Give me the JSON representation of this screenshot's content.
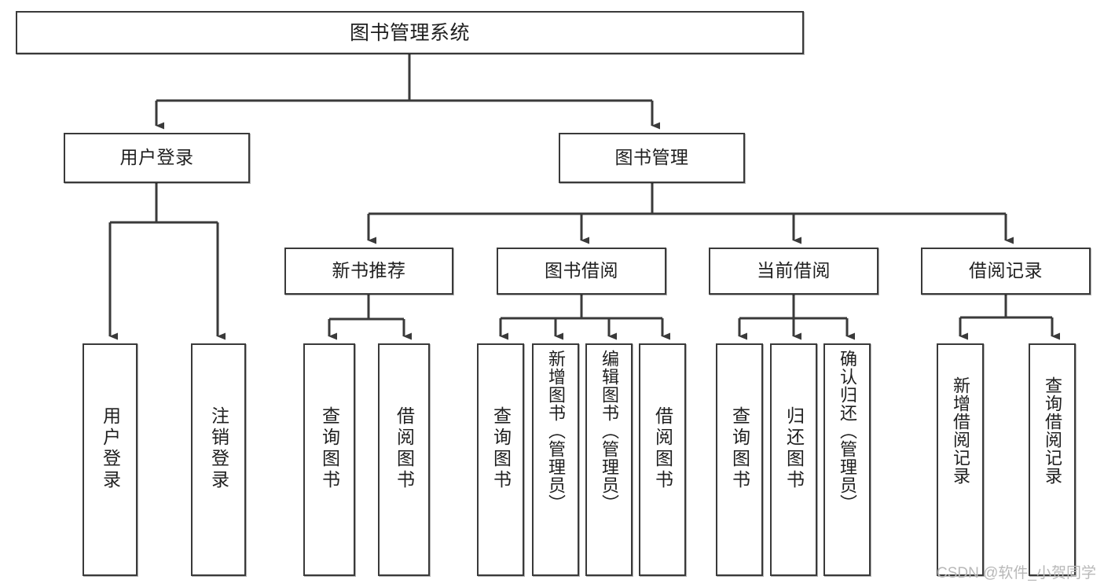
{
  "diagram": {
    "type": "tree",
    "title": "图书管理系统",
    "watermark": "CSDN @软件_小贺同学",
    "colors": {
      "box_border": "#3a3a3a",
      "box_fill": "#ffffff",
      "edge": "#3a3a3a",
      "text": "#1f1f1f",
      "watermark": "#b8b8b8"
    },
    "nodes": {
      "root": {
        "label": "图书管理系统",
        "level": 1
      },
      "user_login": {
        "label": "用户登录",
        "level": 2
      },
      "book_manage": {
        "label": "图书管理",
        "level": 2
      },
      "new_book_rec": {
        "label": "新书推荐",
        "level": 3
      },
      "book_borrow": {
        "label": "图书借阅",
        "level": 3
      },
      "current_borrow": {
        "label": "当前借阅",
        "level": 3
      },
      "borrow_record": {
        "label": "借阅记录",
        "level": 3
      },
      "leaf_user_login": {
        "label": "用户登录",
        "level": 4
      },
      "leaf_logout": {
        "label": "注销登录",
        "level": 4
      },
      "leaf_query_book_1": {
        "label": "查询图书",
        "level": 4
      },
      "leaf_borrow_book_1": {
        "label": "借阅图书",
        "level": 4
      },
      "leaf_query_book_2": {
        "label": "查询图书",
        "level": 4
      },
      "leaf_add_book": {
        "label": "新增图书（管理员）",
        "level": 4
      },
      "leaf_edit_book": {
        "label": "编辑图书（管理员）",
        "level": 4
      },
      "leaf_borrow_book_2": {
        "label": "借阅图书",
        "level": 4
      },
      "leaf_query_book_3": {
        "label": "查询图书",
        "level": 4
      },
      "leaf_return_book": {
        "label": "归还图书",
        "level": 4
      },
      "leaf_confirm_return": {
        "label": "确认归还（管理员）",
        "level": 4
      },
      "leaf_add_record": {
        "label": "新增借阅记录",
        "level": 4
      },
      "leaf_query_record": {
        "label": "查询借阅记录",
        "level": 4
      }
    },
    "edges": [
      {
        "from": "root",
        "to": "user_login"
      },
      {
        "from": "root",
        "to": "book_manage"
      },
      {
        "from": "user_login",
        "to": "leaf_user_login"
      },
      {
        "from": "user_login",
        "to": "leaf_logout"
      },
      {
        "from": "book_manage",
        "to": "new_book_rec"
      },
      {
        "from": "book_manage",
        "to": "book_borrow"
      },
      {
        "from": "book_manage",
        "to": "current_borrow"
      },
      {
        "from": "book_manage",
        "to": "borrow_record"
      },
      {
        "from": "new_book_rec",
        "to": "leaf_query_book_1"
      },
      {
        "from": "new_book_rec",
        "to": "leaf_borrow_book_1"
      },
      {
        "from": "book_borrow",
        "to": "leaf_query_book_2"
      },
      {
        "from": "book_borrow",
        "to": "leaf_add_book"
      },
      {
        "from": "book_borrow",
        "to": "leaf_edit_book"
      },
      {
        "from": "book_borrow",
        "to": "leaf_borrow_book_2"
      },
      {
        "from": "current_borrow",
        "to": "leaf_query_book_3"
      },
      {
        "from": "current_borrow",
        "to": "leaf_return_book"
      },
      {
        "from": "current_borrow",
        "to": "leaf_confirm_return"
      },
      {
        "from": "borrow_record",
        "to": "leaf_add_record"
      },
      {
        "from": "borrow_record",
        "to": "leaf_query_record"
      }
    ]
  }
}
